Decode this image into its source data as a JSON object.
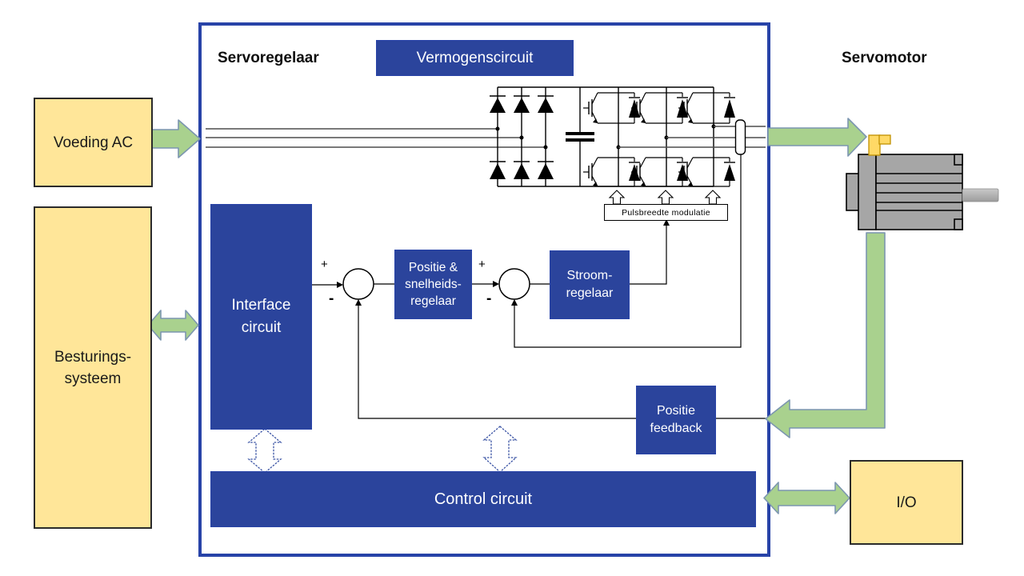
{
  "colors": {
    "blue": "#2B449C",
    "blue_border": "#2843A8",
    "yellow": "#FFE699",
    "green": "#A9D18E",
    "green_outline": "#7C96B0",
    "hollow_outline": "#3B54A5",
    "motor_gray": "#A6A6A6",
    "connector_yellow": "#FFD966",
    "connector_yellow_border": "#BF9000"
  },
  "labels": {
    "servoregelaar": "Servoregelaar",
    "servomotor": "Servomotor",
    "vermogenscircuit": "Vermogenscircuit",
    "voeding_ac": "Voeding AC",
    "besturings_line1": "Besturings-",
    "besturings_line2": "systeem",
    "interface_line1": "Interface",
    "interface_line2": "circuit",
    "pos_snel_line1": "Positie &",
    "pos_snel_line2": "snelheids-",
    "pos_snel_line3": "regelaar",
    "stroom_line1": "Stroom-",
    "stroom_line2": "regelaar",
    "pos_fb_line1": "Positie",
    "pos_fb_line2": "feedback",
    "control_circuit": "Control circuit",
    "pulsbreedte_modulatie": "Pulsbreedte modulatie",
    "io": "I/O",
    "plus": "+",
    "minus": "-"
  }
}
